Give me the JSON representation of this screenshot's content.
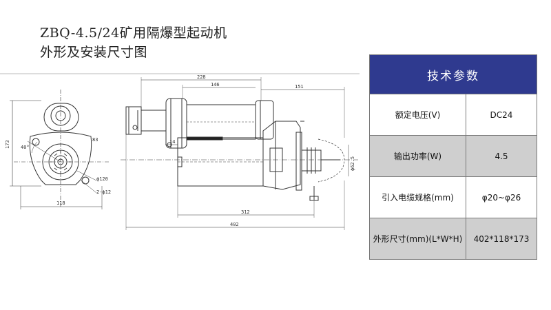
{
  "title_line1": "ZBQ-4.5/24矿用隔爆型起动机",
  "title_line2": "外形及安装尺寸图",
  "drawing": {
    "dims": {
      "d228": "228",
      "d146": "146",
      "d151": "151",
      "d173": "173",
      "d40": "40°",
      "d14": "14",
      "d83": "83",
      "d120": "ϕ120",
      "d2x12": "2-ϕ12",
      "d118": "118",
      "d312": "312",
      "d402": "402",
      "dphi": "ϕ62.5"
    }
  },
  "spec": {
    "header": "技术参数",
    "rows": [
      {
        "label": "额定电压(V)",
        "value": "DC24"
      },
      {
        "label": "输出功率(W)",
        "value": "4.5"
      },
      {
        "label": "引入电缆规格(mm)",
        "value": "φ20~φ26"
      },
      {
        "label": "外形尺寸(mm)(L*W*H)",
        "value": "402*118*173"
      }
    ]
  }
}
